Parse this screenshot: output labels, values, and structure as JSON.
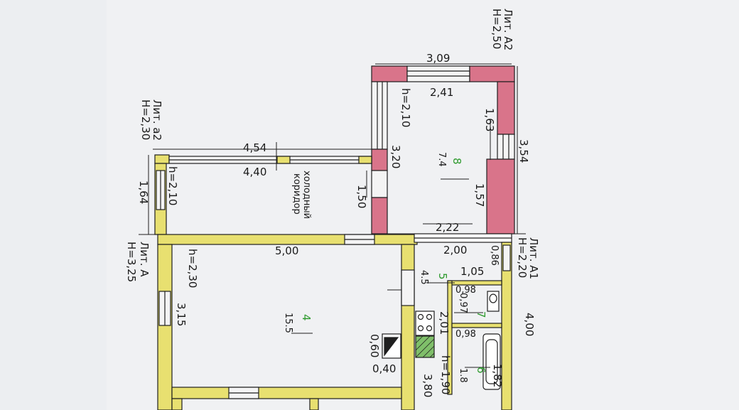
{
  "colors": {
    "paper": "#f2f3f5",
    "wall_main": "#e8e070",
    "wall_extension": "#d9748a",
    "line": "#1f1f1f",
    "room_number": "#2e9a2e"
  },
  "blocks": {
    "lit_a2": {
      "label": "Лит. А2",
      "height": "H=2,50"
    },
    "lit_a2_small": {
      "label": "Лит. а2",
      "height": "H=2,30"
    },
    "lit_a": {
      "label": "Лит. А",
      "height": "H=3,25"
    },
    "lit_a1": {
      "label": "Лит. А1",
      "height": "H=2,20"
    }
  },
  "rooms": {
    "r8": {
      "number": "8",
      "area": "7.4",
      "ceiling": "h=2,10"
    },
    "corridor": {
      "name_line1": "холодный",
      "name_line2": "коридор",
      "ceiling": "h=2,10"
    },
    "r4": {
      "number": "4",
      "area": "15.5",
      "ceiling": "h=2,30"
    },
    "r5": {
      "number": "5",
      "area": "4.5"
    },
    "r7": {
      "number": "7"
    },
    "r6": {
      "number": "6",
      "area": "1.8",
      "ceiling": "h=1,90"
    }
  },
  "dimensions": {
    "d309": "3,09",
    "d241": "2,41",
    "d163": "1,63",
    "d354": "3,54",
    "d320": "3,20",
    "d157": "1,57",
    "d222": "2,22",
    "d200": "2,00",
    "d086": "0,86",
    "d105": "1,05",
    "d098a": "0,98",
    "d097": "0,97",
    "d201": "2,01",
    "d098b": "0,98",
    "d400": "4,00",
    "d182": "1,82",
    "d380": "3,80",
    "d454": "4,54",
    "d440": "4,40",
    "d164": "1,64",
    "d150": "1,50",
    "d500": "5,00",
    "d315": "3,15",
    "d060": "0,60",
    "d040": "0,40"
  }
}
